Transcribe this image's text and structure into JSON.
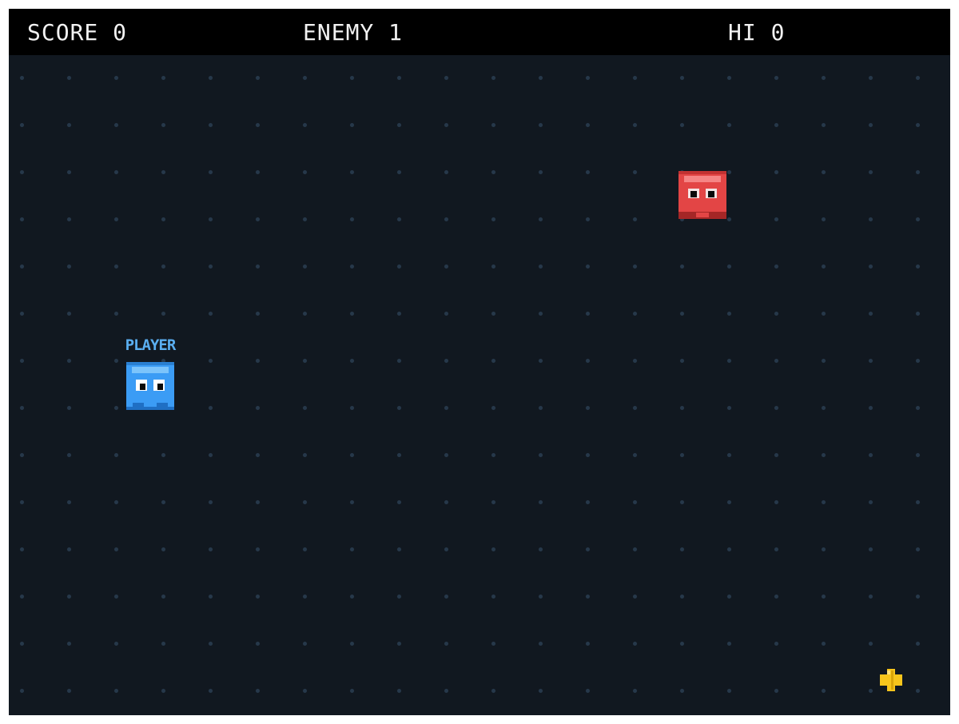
{
  "hud": {
    "score": "SCORE 0",
    "enemy": "ENEMY 1",
    "hi": "HI 0"
  },
  "player": {
    "label": "PLAYER",
    "color": "#3b9cf5",
    "icon": "blue-ghost-icon"
  },
  "enemy": {
    "color": "#e34545",
    "icon": "red-ghost-icon"
  },
  "pickup": {
    "color": "#f7c51c",
    "icon": "coin-icon"
  },
  "colors": {
    "background": "#111820",
    "grid_dot": "#26384a",
    "hud_bar": "#000000",
    "hud_text": "#f2f2f2"
  }
}
